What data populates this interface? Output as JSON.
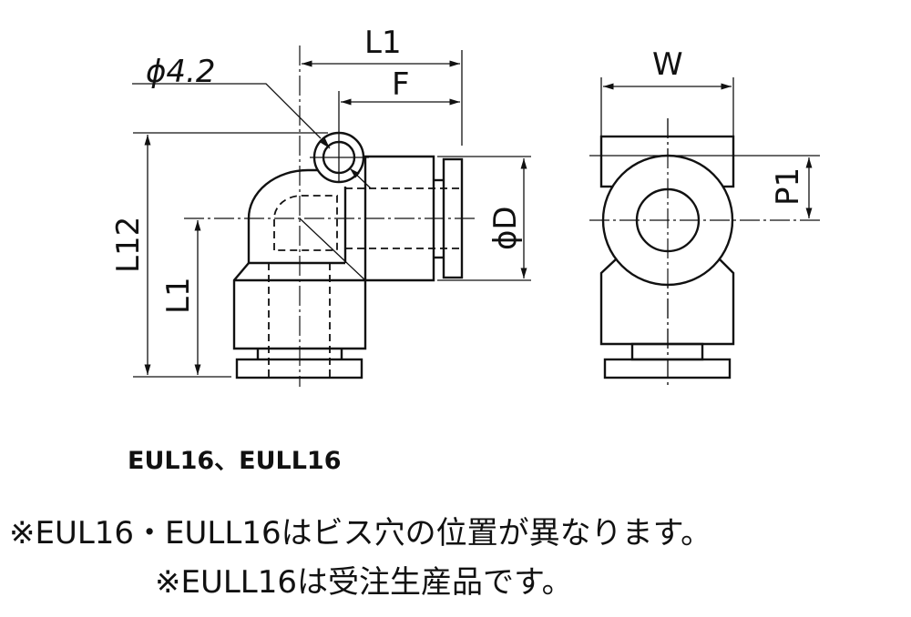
{
  "dimensions": {
    "hole": "ϕ4.2",
    "L1_top": "L1",
    "F": "F",
    "L12": "L12",
    "L1_side": "L1",
    "D": "ϕD",
    "W": "W",
    "P1": "P1"
  },
  "caption": {
    "models": "EUL16、EULL16",
    "note1": "※EUL16・EULL16はビス穴の位置が異なります。",
    "note2": "※EULL16は受注生産品です。"
  }
}
